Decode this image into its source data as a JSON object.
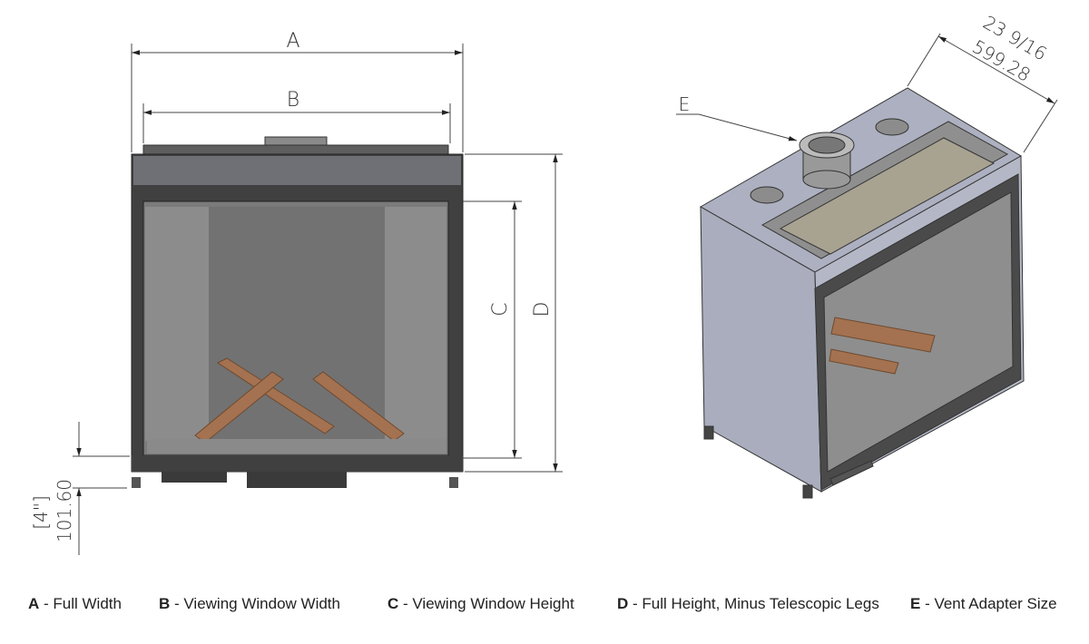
{
  "dimensions": {
    "a": "A",
    "b": "B",
    "c": "C",
    "d": "D",
    "e": "E",
    "leg_mm": "101.60",
    "leg_in": "[4\"]",
    "depth_in": "23 9/16",
    "depth_mm": "599.28"
  },
  "legend": [
    {
      "key": "A",
      "text": " - Full Width"
    },
    {
      "key": "B",
      "text": " - Viewing Window Width"
    },
    {
      "key": "C",
      "text": " - Viewing Window Height"
    },
    {
      "key": "D",
      "text": " - Full Height, Minus Telescopic Legs"
    },
    {
      "key": "E",
      "text": " - Vent Adapter Size"
    }
  ],
  "colors": {
    "frame": "#3c3c3c",
    "glass": "#7b7b7b",
    "side_panel": "#8c8c8c",
    "log": "#a47250",
    "body": "#a9adbd",
    "line": "#555555"
  }
}
